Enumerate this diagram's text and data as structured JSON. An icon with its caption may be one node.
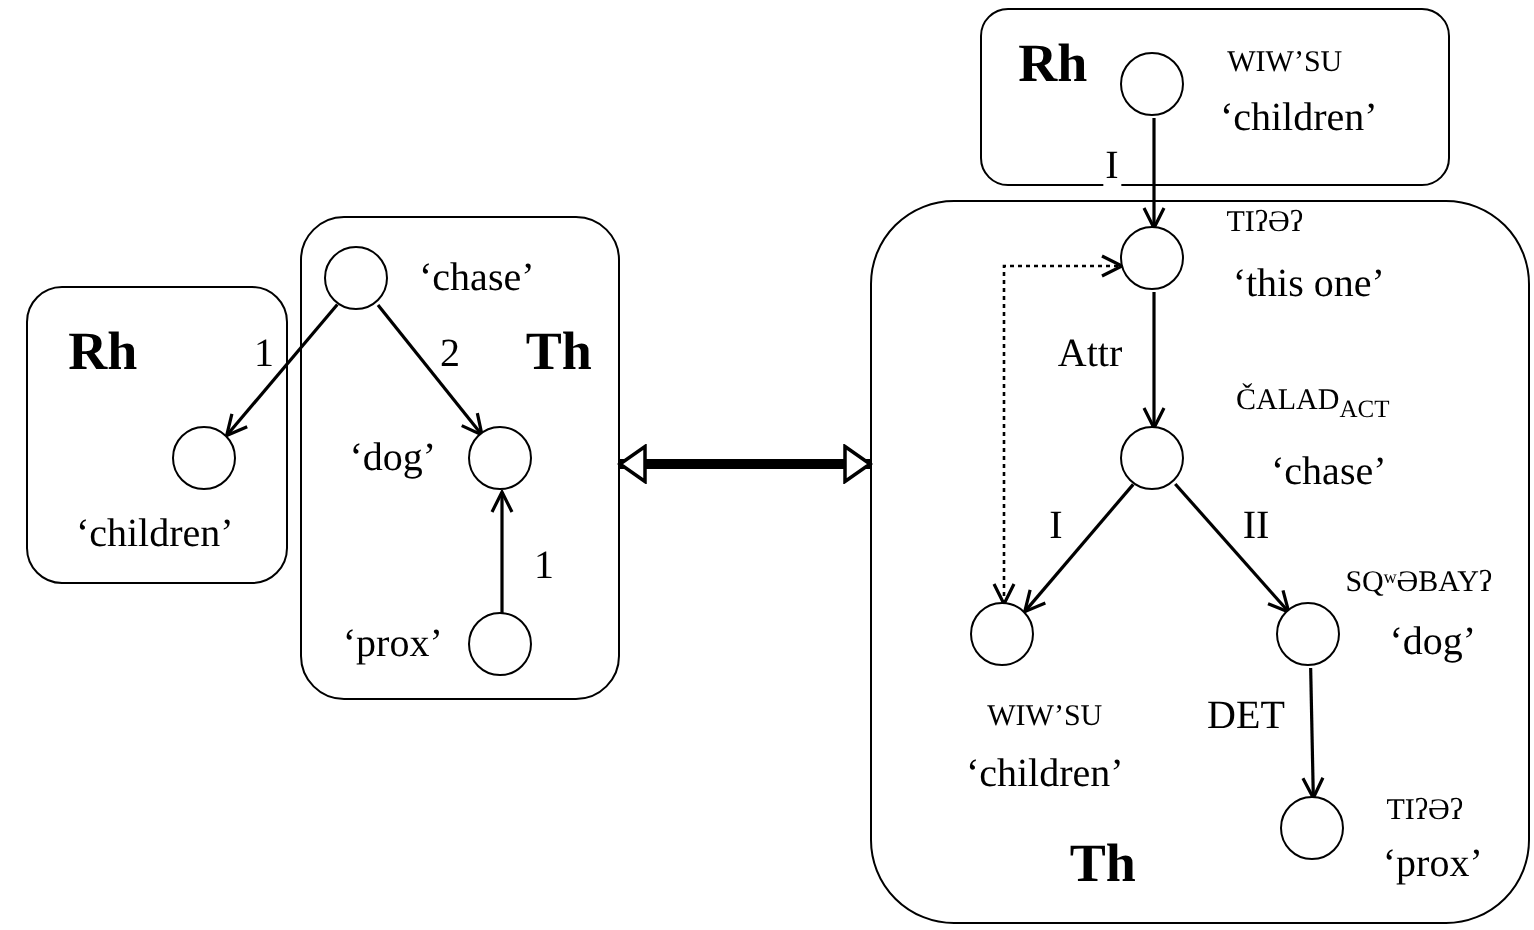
{
  "diagram": {
    "nodes": [
      {
        "text": [
          "Rh"
        ]
      },
      {
        "text": [],
        "shape": "circle",
        "in": 0,
        "beside": [
          "‘children’"
        ]
      },
      {
        "text": [
          "Th"
        ]
      },
      {
        "text": [],
        "shape": "circle",
        "in": 2,
        "beside": [
          "‘chase’"
        ]
      },
      {
        "text": [],
        "shape": "circle",
        "in": 2,
        "beside": [
          "‘dog’"
        ]
      },
      {
        "text": [],
        "shape": "circle",
        "in": 2,
        "beside": [
          "‘prox’"
        ]
      },
      {
        "text": [
          "Rh"
        ]
      },
      {
        "text": [],
        "shape": "circle",
        "in": 6,
        "beside": [
          "WIW’SU",
          "‘children’"
        ]
      },
      {
        "text": [
          "Th"
        ]
      },
      {
        "text": [],
        "shape": "circle",
        "in": 8,
        "beside": [
          "TIʔƏʔ",
          "‘this one’"
        ]
      },
      {
        "text": [],
        "shape": "circle",
        "in": 8,
        "beside": [
          "ČALAD$_{ACT}$",
          "‘chase’"
        ]
      },
      {
        "text": [],
        "shape": "circle",
        "in": 8,
        "beside": [
          "WIW’SU",
          "‘children’"
        ]
      },
      {
        "text": [],
        "shape": "circle",
        "in": 8,
        "beside": [
          "SQʷƏBAYʔ",
          "‘dog’"
        ]
      },
      {
        "text": [],
        "shape": "circle",
        "in": 8,
        "beside": [
          "TIʔƏʔ",
          "‘prox’"
        ]
      }
    ],
    "edges": [
      {
        "from": 3,
        "to": 1,
        "arrow": "to",
        "label": "1"
      },
      {
        "from": 3,
        "to": 4,
        "arrow": "to",
        "label": "2"
      },
      {
        "from": 5,
        "to": 4,
        "arrow": "to",
        "label": "1"
      },
      {
        "from": 2,
        "to": 8,
        "arrow": "both",
        "style": "thick"
      },
      {
        "from": 7,
        "to": 9,
        "arrow": "to",
        "label": "I"
      },
      {
        "from": 9,
        "to": 10,
        "arrow": "to",
        "label": "Attr"
      },
      {
        "from": 10,
        "to": 11,
        "arrow": "to",
        "label": "I"
      },
      {
        "from": 10,
        "to": 12,
        "arrow": "to",
        "label": "II"
      },
      {
        "from": 12,
        "to": 13,
        "arrow": "to",
        "label": "DET"
      },
      {
        "from": 11,
        "to": 9,
        "arrow": "both",
        "style": "dashed"
      }
    ]
  }
}
